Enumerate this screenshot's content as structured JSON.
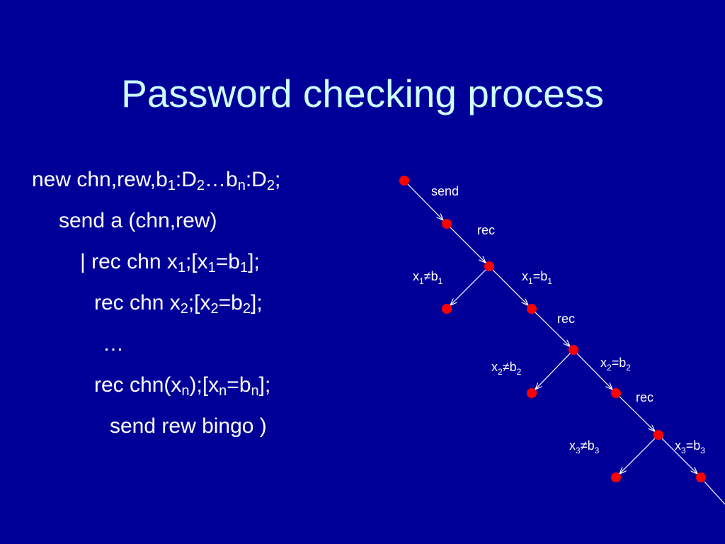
{
  "title": "Password checking process",
  "code_lines": [
    [
      {
        "t": "new chn,rew,b"
      },
      {
        "s": "1"
      },
      {
        "t": ":D"
      },
      {
        "s": "2"
      },
      {
        "t": "…b"
      },
      {
        "s": "n"
      },
      {
        "t": ":D"
      },
      {
        "s": "2"
      },
      {
        "t": ";"
      }
    ],
    [
      {
        "t": "send a (chn,rew)"
      }
    ],
    [
      {
        "t": "| rec chn x"
      },
      {
        "s": "1"
      },
      {
        "t": ";[x"
      },
      {
        "s": "1"
      },
      {
        "t": "=b"
      },
      {
        "s": "1"
      },
      {
        "t": "];"
      }
    ],
    [
      {
        "t": "rec chn x"
      },
      {
        "s": "2"
      },
      {
        "t": ";[x"
      },
      {
        "s": "2"
      },
      {
        "t": "=b"
      },
      {
        "s": "2"
      },
      {
        "t": "];"
      }
    ],
    [
      {
        "t": "…"
      }
    ],
    [
      {
        "t": "rec chn(x"
      },
      {
        "s": "n"
      },
      {
        "t": ");[x"
      },
      {
        "s": "n"
      },
      {
        "t": "=b"
      },
      {
        "s": "n"
      },
      {
        "t": "];"
      }
    ],
    [
      {
        "t": "send rew bingo )"
      }
    ]
  ],
  "tree": {
    "node_color": "#ff0000",
    "line_color": "#ffffff",
    "edge_labels": {
      "send": "send",
      "rec1": "rec",
      "neq1": {
        "base": "x",
        "i": "1",
        "op": "≠b",
        "j": "1"
      },
      "eq1": {
        "base": "x",
        "i": "1",
        "op": "=b",
        "j": "1"
      },
      "rec2": "rec",
      "neq2": {
        "base": "x",
        "i": "2",
        "op": "≠b",
        "j": "2"
      },
      "eq2": {
        "base": "x",
        "i": "2",
        "op": "=b",
        "j": "2"
      },
      "rec3": "rec",
      "neq3": {
        "base": "x",
        "i": "3",
        "op": "≠b",
        "j": "3"
      },
      "eq3": {
        "base": "x",
        "i": "3",
        "op": "=b",
        "j": "3"
      }
    }
  }
}
